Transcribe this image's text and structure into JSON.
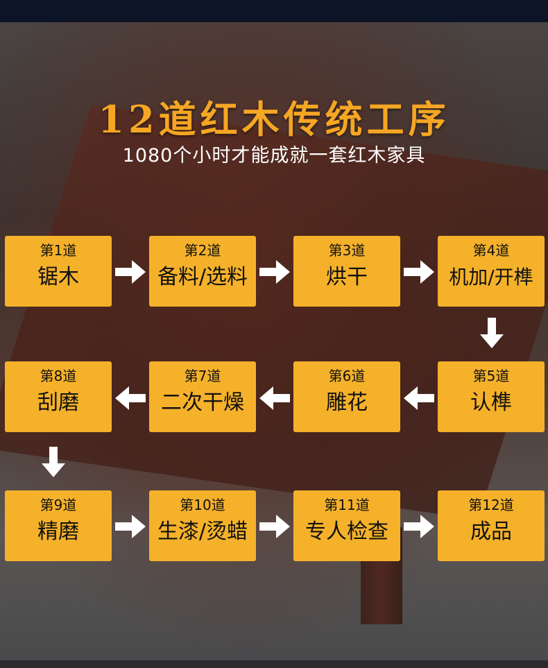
{
  "title": "12道红木传统工序",
  "subtitle": "1080个小时才能成就一套红木家具",
  "colors": {
    "box": "#f5b12a",
    "title": "#f5a623",
    "arrow": "#ffffff"
  },
  "steps": [
    {
      "num": "第1道",
      "name": "锯木"
    },
    {
      "num": "第2道",
      "name": "备料/选料"
    },
    {
      "num": "第3道",
      "name": "烘干"
    },
    {
      "num": "第4道",
      "name": "机加/开榫"
    },
    {
      "num": "第5道",
      "name": "认榫"
    },
    {
      "num": "第6道",
      "name": "雕花"
    },
    {
      "num": "第7道",
      "name": "二次干燥"
    },
    {
      "num": "第8道",
      "name": "刮磨"
    },
    {
      "num": "第9道",
      "name": "精磨"
    },
    {
      "num": "第10道",
      "name": "生漆/烫蜡"
    },
    {
      "num": "第11道",
      "name": "专人检查"
    },
    {
      "num": "第12道",
      "name": "成品"
    }
  ]
}
